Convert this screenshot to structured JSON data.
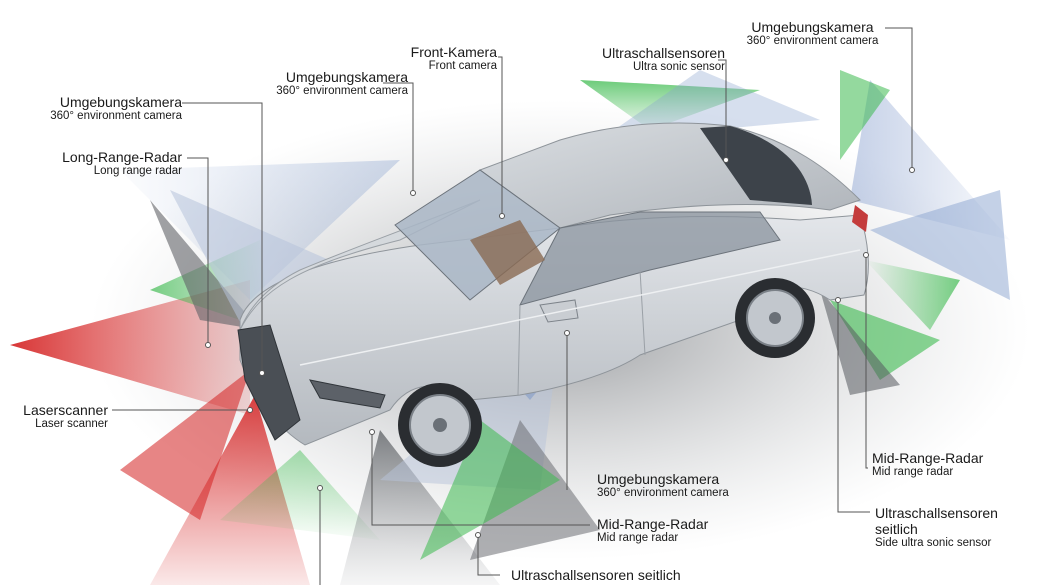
{
  "labels": {
    "front_camera": {
      "de": "Front-Kamera",
      "en": "Front camera"
    },
    "ultrasonic_top": {
      "de": "Ultraschallsensoren",
      "en": "Ultra sonic sensor"
    },
    "env_camera_rear": {
      "de": "Umgebungskamera",
      "en": "360° environment camera"
    },
    "env_camera_mirror_top": {
      "de": "Umgebungskamera",
      "en": "360° environment camera"
    },
    "env_camera_front": {
      "de": "Umgebungskamera",
      "en": "360° environment camera"
    },
    "long_range_radar": {
      "de": "Long-Range-Radar",
      "en": "Long range radar"
    },
    "laserscanner": {
      "de": "Laserscanner",
      "en": "Laser scanner"
    },
    "env_camera_mirror_bottom": {
      "de": "Umgebungskamera",
      "en": "360° environment camera"
    },
    "mid_range_radar_front": {
      "de": "Mid-Range-Radar",
      "en": "Mid range radar"
    },
    "ultrasonic_side_front": {
      "de": "Ultraschallsensoren seitlich",
      "en": ""
    },
    "mid_range_radar_rear": {
      "de": "Mid-Range-Radar",
      "en": "Mid range radar"
    },
    "ultrasonic_side_rear": {
      "de": "Ultraschallsensoren",
      "de2": "seitlich",
      "en": "Side ultra sonic sensor"
    }
  },
  "colors": {
    "laser": "#d42020",
    "radar": "#6f8fc4",
    "ultrasonic": "#3cba4e",
    "camera": "#b8c4dc",
    "car_body": "#cfd3d8",
    "leader_line": "#555555"
  }
}
